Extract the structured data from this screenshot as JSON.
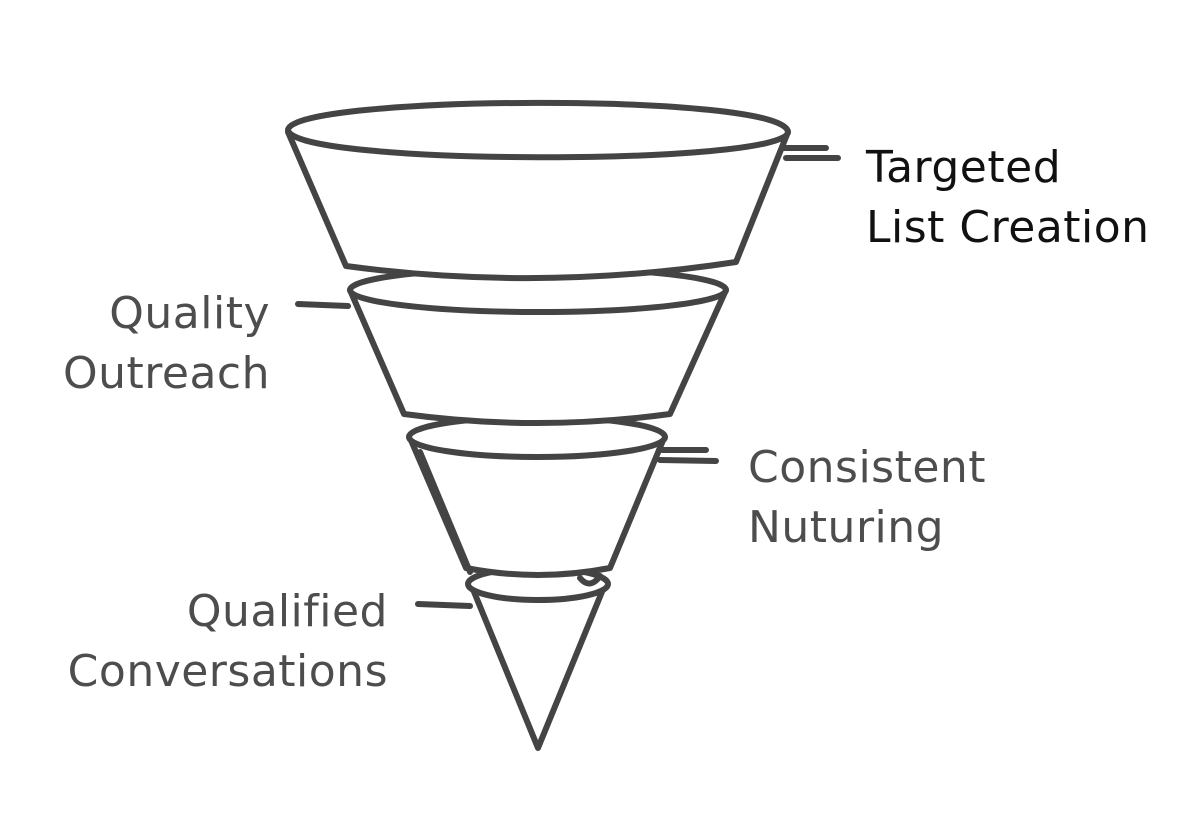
{
  "funnel": {
    "stages": [
      {
        "id": "stage-1",
        "line1": "Targeted",
        "line2": "List Creation"
      },
      {
        "id": "stage-2",
        "line1": "Quality",
        "line2": "Outreach"
      },
      {
        "id": "stage-3",
        "line1": "Consistent",
        "line2": "Nuturing"
      },
      {
        "id": "stage-4",
        "line1": "Qualified",
        "line2": "Conversations"
      }
    ]
  },
  "colors": {
    "outline": "#444444",
    "label_primary": "#111111",
    "label_secondary": "#4d4d4d",
    "background": "#ffffff"
  }
}
